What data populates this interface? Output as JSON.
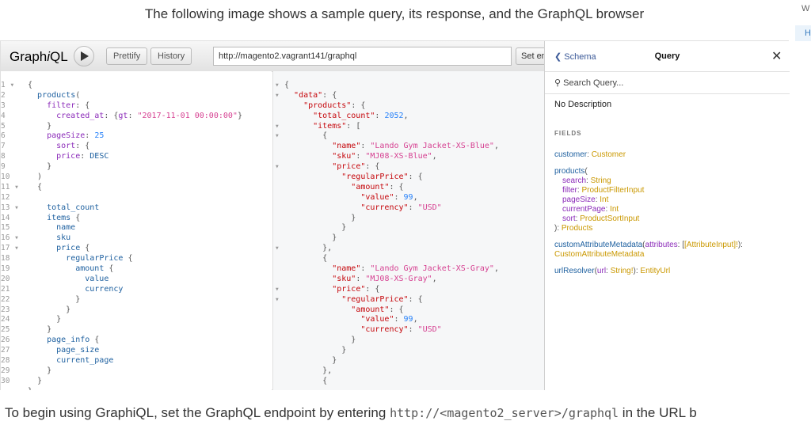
{
  "caption": "The following image shows a sample query, its response, and the GraphQL browser",
  "edge": {
    "top": "W",
    "tab": "H"
  },
  "toolbar": {
    "title_pre": "Graph",
    "title_italic": "i",
    "title_post": "QL",
    "prettify": "Prettify",
    "history": "History",
    "url": "http://magento2.vagrant141/graphql",
    "set_env": "Set en"
  },
  "query_gutter": [
    "1 ▾",
    "2",
    "3",
    "4",
    "5",
    "6",
    "7",
    "8",
    "9",
    "10",
    "11 ▾",
    "12",
    "13 ▾",
    "14",
    "15",
    "16 ▾",
    "17 ▾",
    "18",
    "19",
    "20",
    "21",
    "22",
    "23",
    "24",
    "25",
    "26",
    "27",
    "28",
    "29",
    "30"
  ],
  "response_gutter": [
    "▾",
    "▾",
    "",
    "",
    "▾",
    "▾",
    "",
    "",
    "▾",
    "",
    "",
    "",
    "",
    "",
    "",
    "",
    "▾",
    "",
    "",
    "",
    "▾",
    "▾",
    "",
    "",
    "",
    "",
    "",
    "",
    "",
    ""
  ],
  "docs": {
    "back": "Schema",
    "title": "Query",
    "close": "✕",
    "search_placeholder": "Search Query...",
    "description": "No Description",
    "fields_label": "FIELDS",
    "f1_name": "customer",
    "f1_type": "Customer",
    "f2_name": "products",
    "f2_args": [
      {
        "name": "search",
        "type": "String"
      },
      {
        "name": "filter",
        "type": "ProductFilterInput"
      },
      {
        "name": "pageSize",
        "type": "Int"
      },
      {
        "name": "currentPage",
        "type": "Int"
      },
      {
        "name": "sort",
        "type": "ProductSortInput"
      }
    ],
    "f2_type": "Products",
    "f3_name": "customAttributeMetadata",
    "f3_arg": "attributes",
    "f3_argtype": "[AttributeInput]!",
    "f3_type": "CustomAttributeMetadata",
    "f4_name": "urlResolver",
    "f4_arg": "url",
    "f4_argtype": "String!",
    "f4_type": "EntityUrl"
  },
  "footer": {
    "text": "To begin using GraphiQL, set the GraphQL endpoint by entering ",
    "code": "http://<magento2_server>/graphql",
    "text2": " in the URL b"
  }
}
